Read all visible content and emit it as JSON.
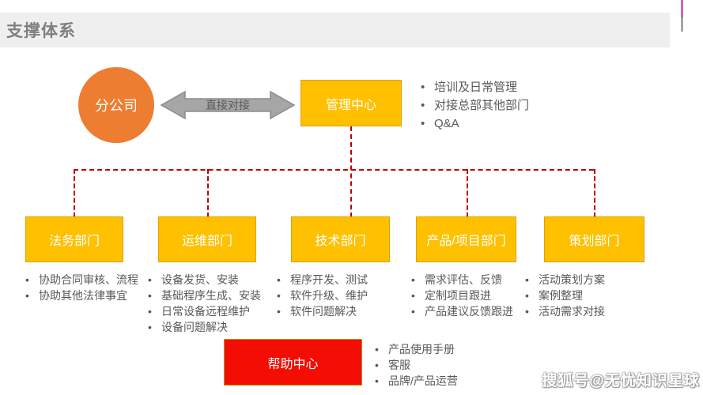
{
  "page": {
    "title": "支撑体系"
  },
  "colors": {
    "band_gray": "#efefef",
    "node_yellow": "#ffc000",
    "node_yellow_border": "#dfa000",
    "circle_orange": "#ed7d31",
    "arrow_gray": "#a6a6a6",
    "connector_red": "#c00000",
    "help_red": "#f30d02",
    "text_gray": "#595959",
    "tick_pink": "#cc66b3"
  },
  "diagram": {
    "branch_circle": {
      "label": "分公司"
    },
    "arrow": {
      "label": "直接对接"
    },
    "management_center": {
      "label": "管理中心",
      "items": [
        "培训及日常管理",
        "对接总部其他部门",
        "Q&A"
      ]
    },
    "departments": [
      {
        "label": "法务部门",
        "items": [
          "协助合同审核、流程",
          "协助其他法律事宜"
        ]
      },
      {
        "label": "运维部门",
        "items": [
          "设备发货、安装",
          "基础程序生成、安装",
          "日常设备远程维护",
          "设备问题解决"
        ]
      },
      {
        "label": "技术部门",
        "items": [
          "程序开发、测试",
          "软件升级、维护",
          "软件问题解决"
        ]
      },
      {
        "label": "产品/项目部门",
        "items": [
          "需求评估、反馈",
          "定制项目跟进",
          "产品建议反馈跟进"
        ]
      },
      {
        "label": "策划部门",
        "items": [
          "活动策划方案",
          "案例整理",
          "活动需求对接"
        ]
      }
    ],
    "help_center": {
      "label": "帮助中心",
      "items": [
        "产品使用手册",
        "客服",
        "品牌/产品运营"
      ]
    }
  },
  "watermark": {
    "text": "搜狐号@无忧知识星球"
  }
}
